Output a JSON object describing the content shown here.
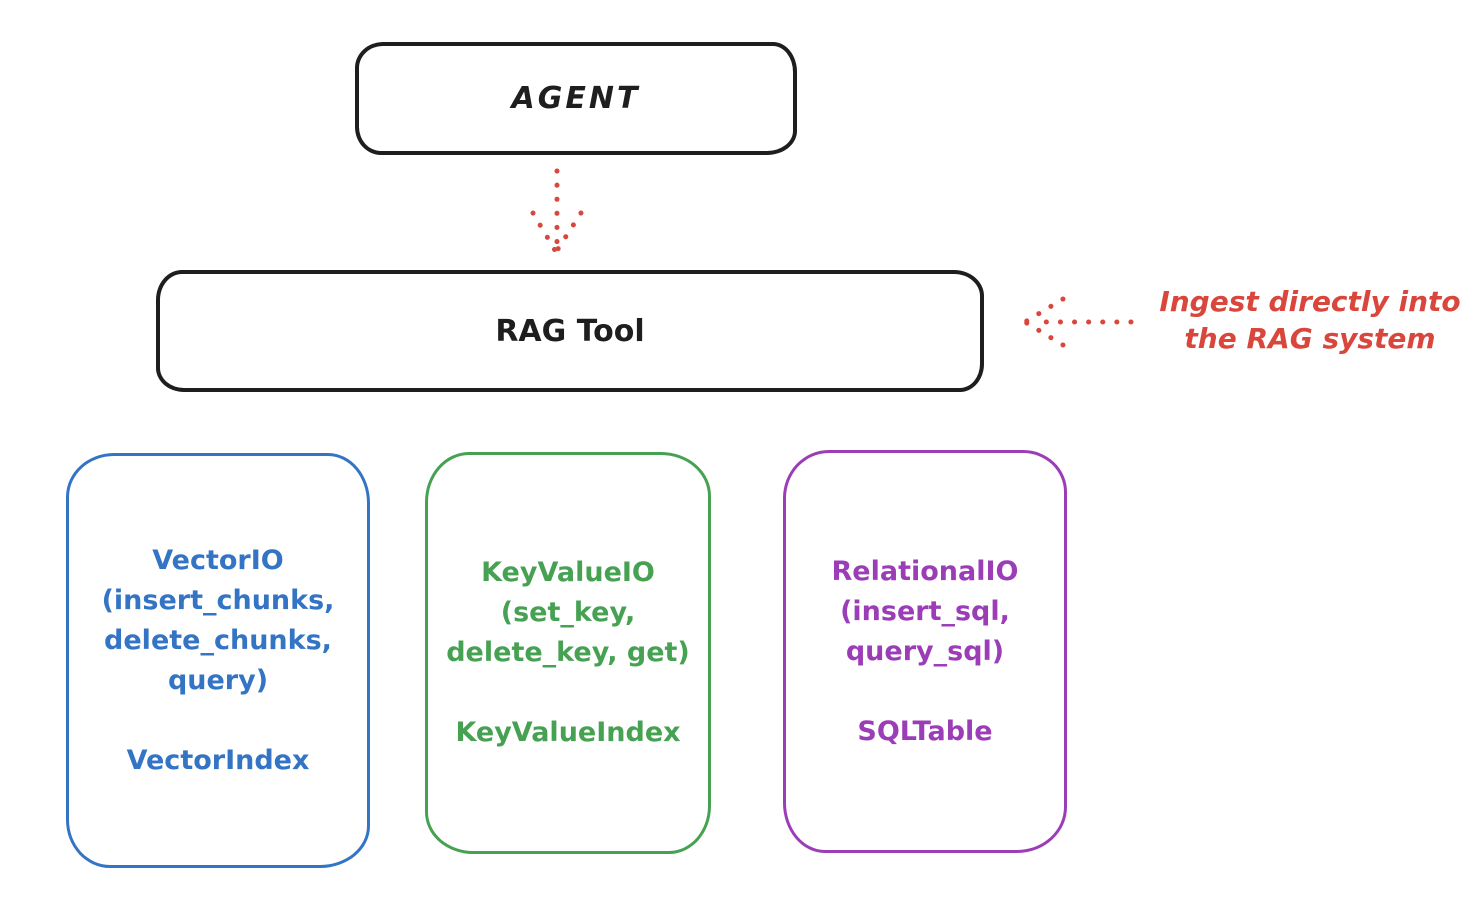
{
  "diagram": {
    "nodes": {
      "agent": {
        "label": "AGENT"
      },
      "rag_tool": {
        "label": "RAG Tool"
      }
    },
    "stores": [
      {
        "name": "vector-io",
        "color": "#3474c4",
        "io_lines": [
          "VectorIO",
          "(insert_chunks,",
          "delete_chunks,",
          "query)"
        ],
        "index_label": "VectorIndex"
      },
      {
        "name": "keyvalue-io",
        "color": "#46a152",
        "io_lines": [
          "KeyValueIO",
          "(set_key,",
          "delete_key, get)"
        ],
        "index_label": "KeyValueIndex"
      },
      {
        "name": "relational-io",
        "color": "#9c3db8",
        "io_lines": [
          "RelationalIO",
          "(insert_sql,",
          "query_sql)"
        ],
        "index_label": "SQLTable"
      }
    ],
    "annotation": {
      "lines": [
        "Ingest directly into",
        "the RAG system"
      ],
      "color": "#d9463c"
    },
    "arrows": [
      {
        "name": "agent-to-rag-tool",
        "style": "dotted",
        "color": "#d9463c",
        "direction": "down"
      },
      {
        "name": "annotation-to-rag-tool",
        "style": "dotted",
        "color": "#d9463c",
        "direction": "left"
      }
    ],
    "colors": {
      "ink": "#1e1e1e",
      "background": "#ffffff"
    }
  }
}
